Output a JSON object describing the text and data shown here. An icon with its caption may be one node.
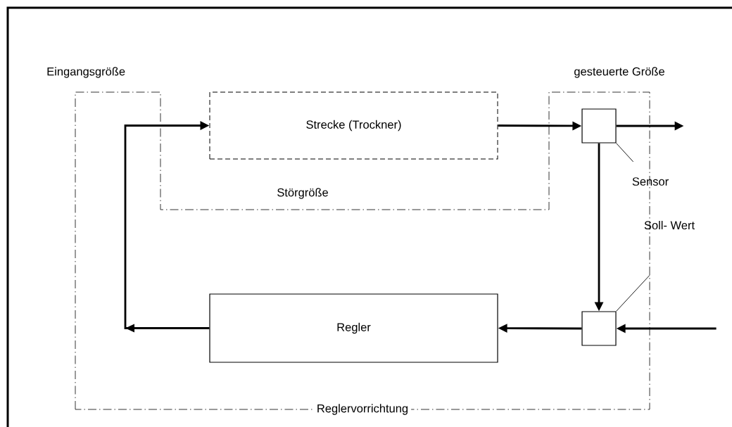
{
  "diagram": {
    "nodes": [
      {
        "text": [
          "Reglervorrichtung"
        ]
      },
      {
        "text": [
          "Strecke (Trockner)"
        ]
      },
      {
        "text": [],
        "shape": "box",
        "in": 0
      },
      {
        "text": [
          "Regler"
        ],
        "in": 0
      },
      {
        "text": [],
        "shape": "box",
        "in": 0
      },
      {
        "text": [
          "Sensor"
        ]
      },
      {
        "text": [
          "Soll- Wert"
        ]
      }
    ],
    "edges": [
      {
        "from": 1,
        "to": 2,
        "arrow": "to"
      },
      {
        "from": 2,
        "to": null,
        "arrow": "to"
      },
      {
        "from": 2,
        "to": 4,
        "arrow": "to"
      },
      {
        "from": null,
        "to": 4,
        "arrow": "to"
      },
      {
        "from": 4,
        "to": 3,
        "arrow": "to"
      },
      {
        "from": 3,
        "to": 1,
        "arrow": "to"
      },
      {
        "from": 5,
        "to": 2,
        "arrow": "none"
      },
      {
        "from": 6,
        "to": 4,
        "arrow": "none"
      }
    ],
    "labels": [
      "Eingangsgröße",
      "gesteuerte Größe",
      "Störgröße"
    ]
  }
}
